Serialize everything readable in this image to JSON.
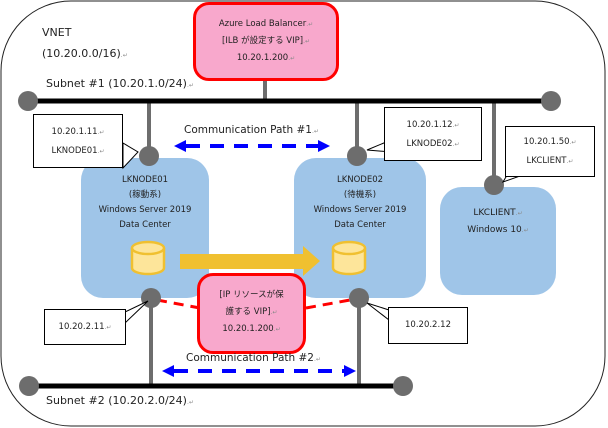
{
  "vnet": {
    "title": "VNET",
    "cidr": "(10.20.0.0/16)"
  },
  "subnets": [
    {
      "label": "Subnet #1 (10.20.1.0/24)"
    },
    {
      "label": "Subnet #2 (10.20.2.0/24)"
    }
  ],
  "load_balancer": {
    "line1": "Azure Load  Balancer",
    "line2": "[ILB が設定する VIP]",
    "line3": "10.20.1.200"
  },
  "ip_resource": {
    "line1": "[IP リソースが保",
    "line2": "護する VIP]",
    "line3": "10.20.1.200"
  },
  "nodes": [
    {
      "name": "LKNODE01",
      "role": "(稼動系)",
      "os": "Windows Server 2019",
      "edition": "Data Center",
      "callout_subnet1": {
        "ip": "10.20.1.11",
        "name": "LKNODE01"
      },
      "callout_subnet2": {
        "ip": "10.20.2.11"
      }
    },
    {
      "name": "LKNODE02",
      "role": "(待機系)",
      "os": "Windows Server 2019",
      "edition": "Data Center",
      "callout_subnet1": {
        "ip": "10.20.1.12",
        "name": "LKNODE02"
      },
      "callout_subnet2": {
        "ip": "10.20.2.12"
      }
    }
  ],
  "client": {
    "name": "LKCLIENT",
    "os": "Windows 10",
    "callout": {
      "ip": "10.20.1.50",
      "name": "LKCLIENT"
    }
  },
  "paths": [
    {
      "label": "Communication Path #1"
    },
    {
      "label": "Communication Path #2"
    }
  ],
  "colors": {
    "server_fill": "#9fc5e8",
    "pink_fill": "#f8a8cc",
    "pink_border": "#ff0000",
    "path_arrow": "#0000ff",
    "replication_arrow": "#f0c030",
    "disk_fill": "#fde59a",
    "node_dot": "#666666",
    "subnet_line": "#000000"
  },
  "icons": {
    "disk": "database-cylinder-icon",
    "connector": "network-port-dot-icon"
  }
}
